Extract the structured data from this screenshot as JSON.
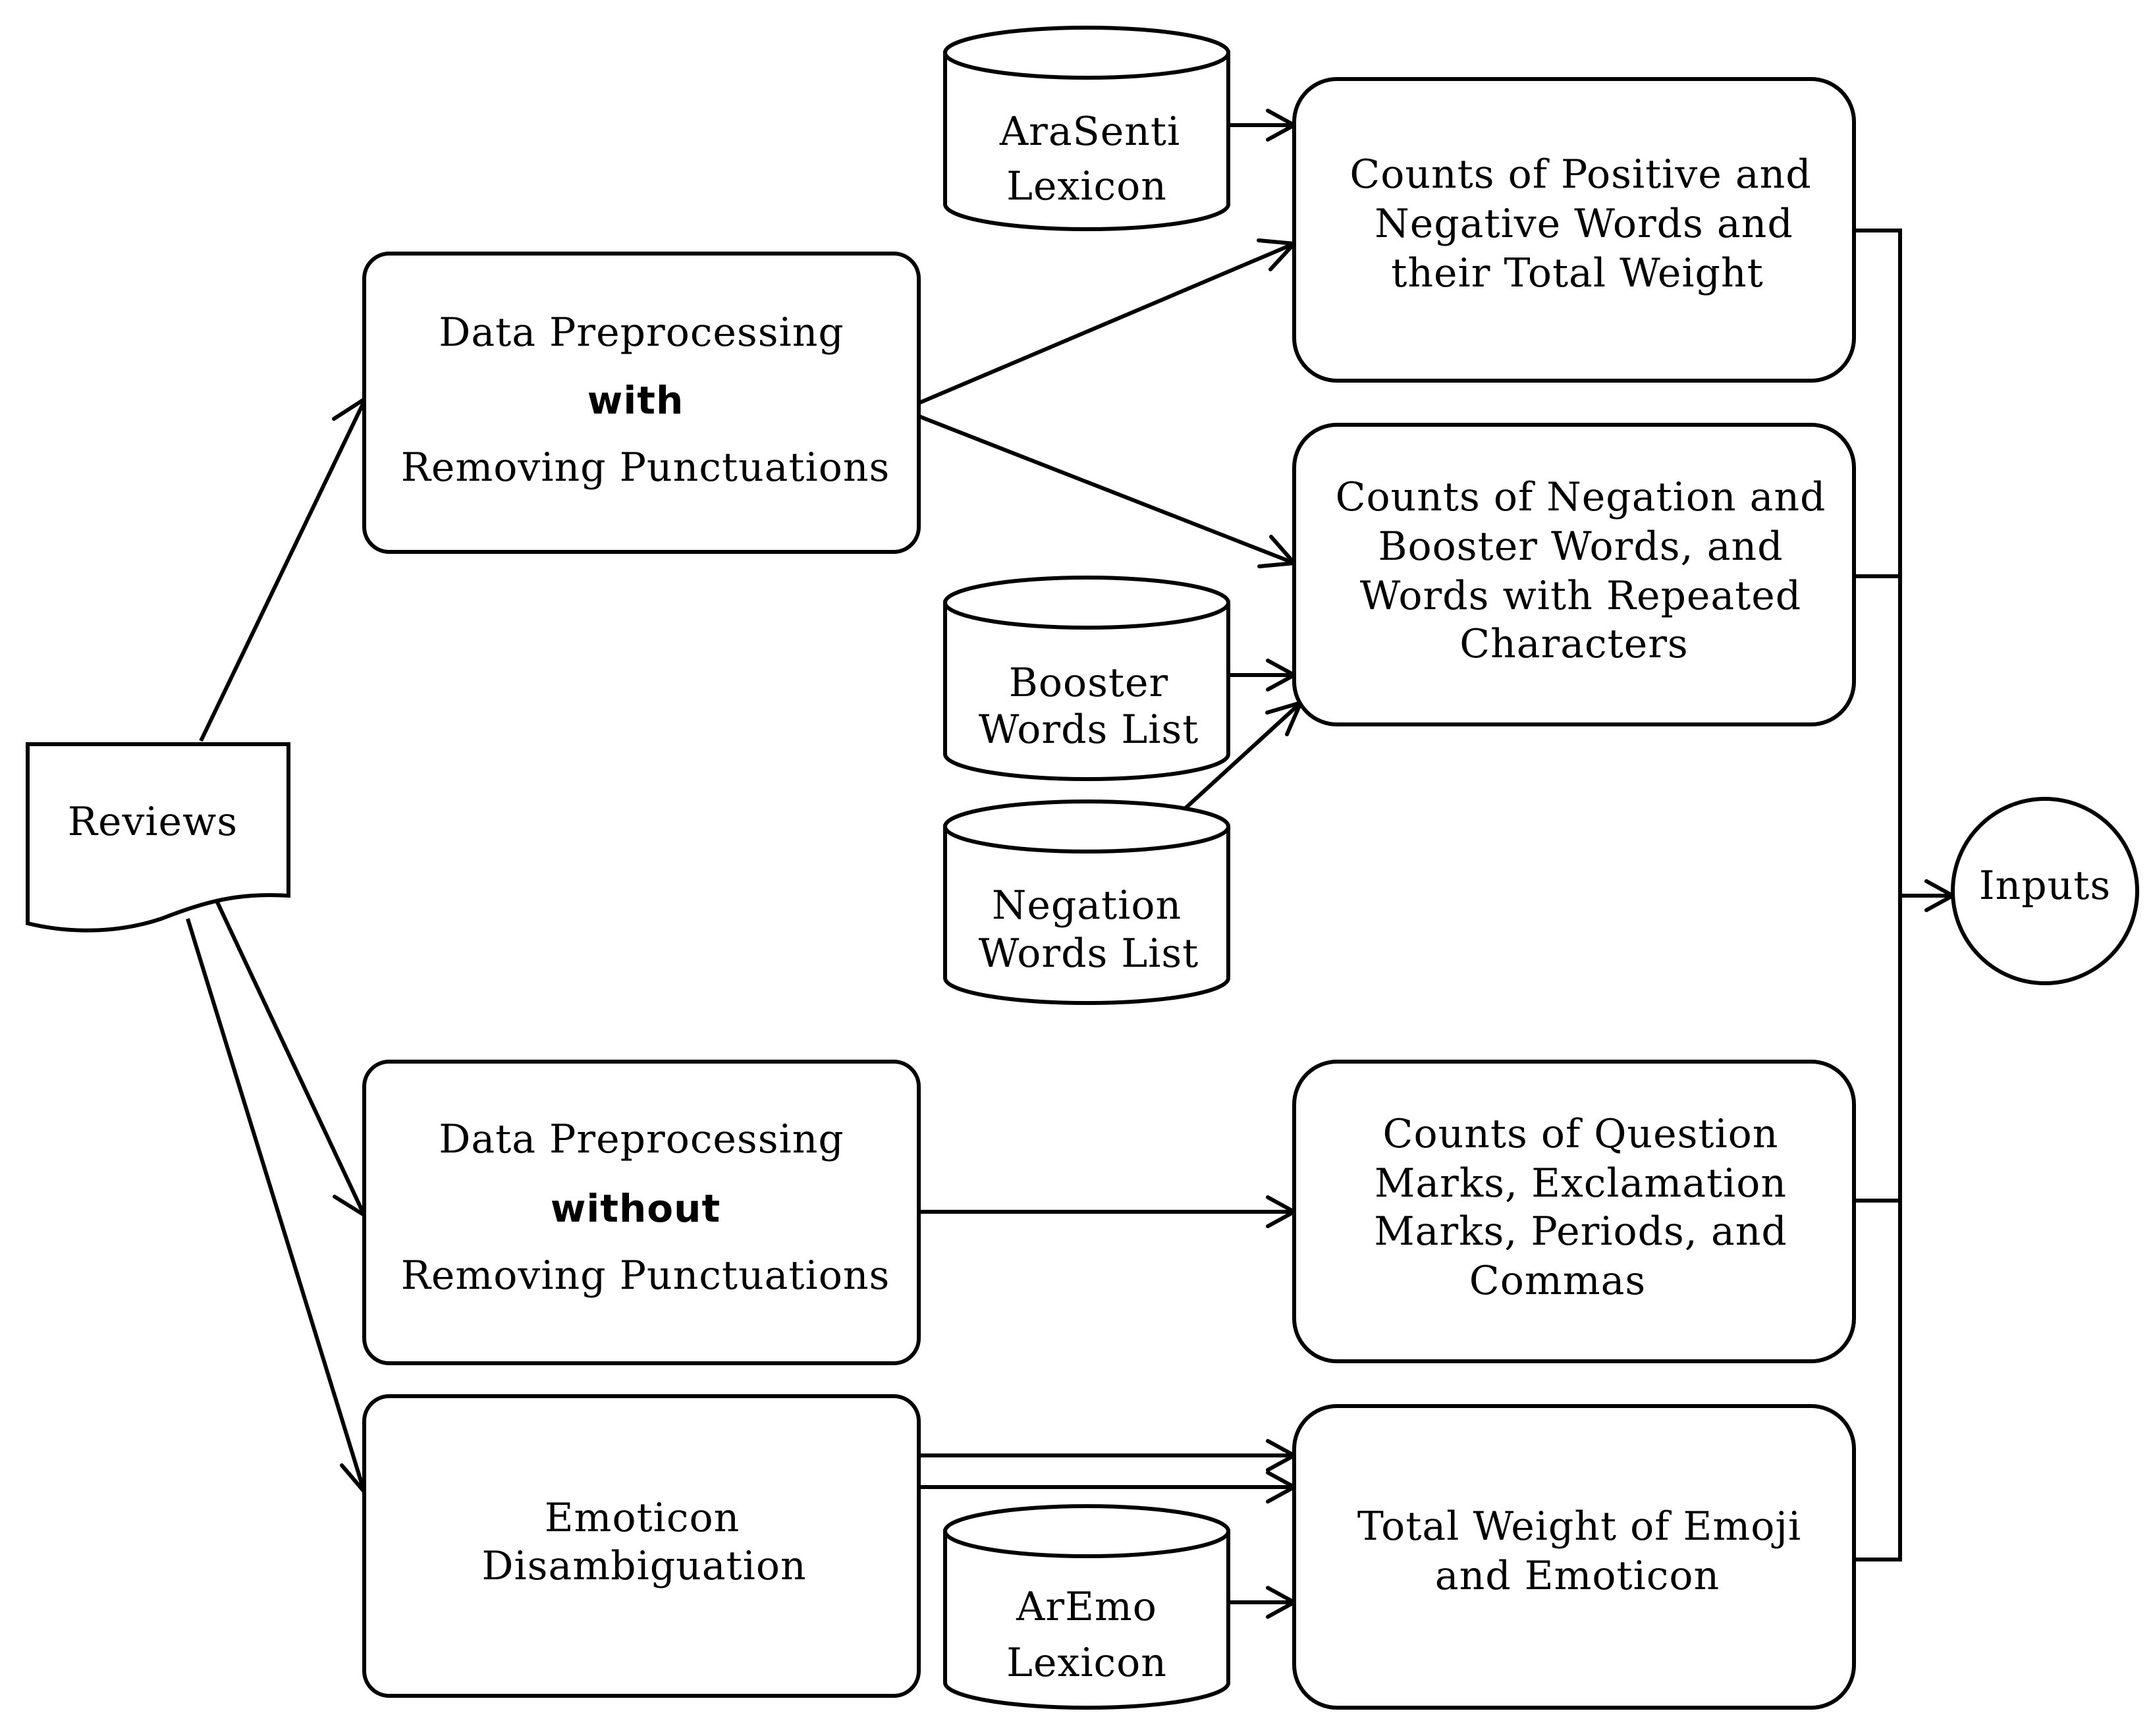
{
  "nodes": {
    "reviews": "Reviews",
    "preprocess_with": {
      "line1": "Data Preprocessing",
      "line2": "with",
      "line3": "Removing Punctuations"
    },
    "preprocess_without": {
      "line1": "Data Preprocessing",
      "line2": "without",
      "line3": "Removing Punctuations"
    },
    "emoticon_disambiguation": {
      "line1": "Emoticon",
      "line2": "Disambiguation"
    },
    "arasenti_lexicon": {
      "line1": "AraSenti",
      "line2": "Lexicon"
    },
    "booster_words_list": {
      "line1": "Booster",
      "line2": "Words List"
    },
    "negation_words_list": {
      "line1": "Negation",
      "line2": "Words List"
    },
    "aremo_lexicon": {
      "line1": "ArEmo",
      "line2": "Lexicon"
    },
    "feature_pos_neg": {
      "line1": "Counts of Positive and",
      "line2": "Negative Words and",
      "line3": "their Total Weight"
    },
    "feature_negation_booster": {
      "line1": "Counts of Negation and",
      "line2": "Booster Words, and",
      "line3": "Words with Repeated",
      "line4": "Characters"
    },
    "feature_punctuation": {
      "line1": "Counts of Question",
      "line2": "Marks, Exclamation",
      "line3": "Marks, Periods, and",
      "line4": "Commas"
    },
    "feature_emoji": {
      "line1": "Total Weight of Emoji",
      "line2": "and Emoticon"
    },
    "inputs": "Inputs"
  }
}
